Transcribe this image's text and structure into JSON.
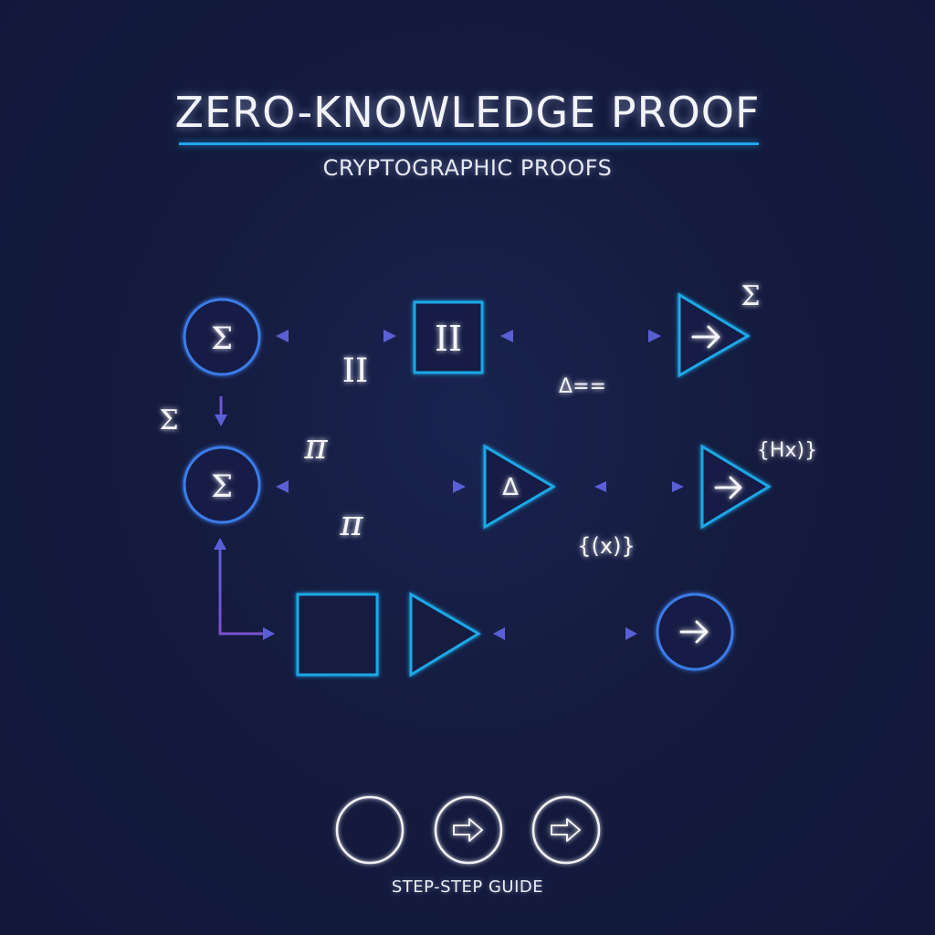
{
  "header": {
    "title": "ZERO-KNOWLEDGE PROOF",
    "subtitle": "CRYPTOGRAPHIC PROOFS"
  },
  "colors": {
    "background": "#131a3a",
    "circle_stroke": "#3b7be8",
    "square_triangle_stroke": "#1ea8e6",
    "title_rule": "#22a6ee",
    "arrow_head": "#5b5fd6",
    "arrow_shaft": "#7b4fd0",
    "text": "#f5f6fb",
    "step_circle_stroke": "#f2f2f6"
  },
  "diagram": {
    "nodes": [
      {
        "id": "n1",
        "shape": "circle",
        "label": "Σ"
      },
      {
        "id": "n2",
        "shape": "square",
        "label": "II"
      },
      {
        "id": "n3",
        "shape": "triangle",
        "label": "→"
      },
      {
        "id": "n4",
        "shape": "circle",
        "label": "Σ"
      },
      {
        "id": "n5",
        "shape": "triangle",
        "label": "Δ"
      },
      {
        "id": "n6",
        "shape": "triangle",
        "label": "→"
      },
      {
        "id": "n7",
        "shape": "square",
        "label": ""
      },
      {
        "id": "n8",
        "shape": "triangle",
        "label": ""
      },
      {
        "id": "n9",
        "shape": "circle",
        "label": "→"
      }
    ],
    "annotations": {
      "edge_n1_n2": "II",
      "edge_n2_n3": "Δ==",
      "n3_corner": "Σ",
      "left_of_down_arrow": "Σ",
      "edge_n4_n5_above": "π",
      "edge_n4_n5_below": "π",
      "n6_corner": "{Hx)}",
      "edge_n5_n6_below": "{(x)}"
    }
  },
  "steps": {
    "items": [
      {
        "icon": "empty-circle-icon"
      },
      {
        "icon": "arrow-right-icon"
      },
      {
        "icon": "arrow-right-icon"
      }
    ],
    "label": "STEP-STEP GUIDE"
  }
}
